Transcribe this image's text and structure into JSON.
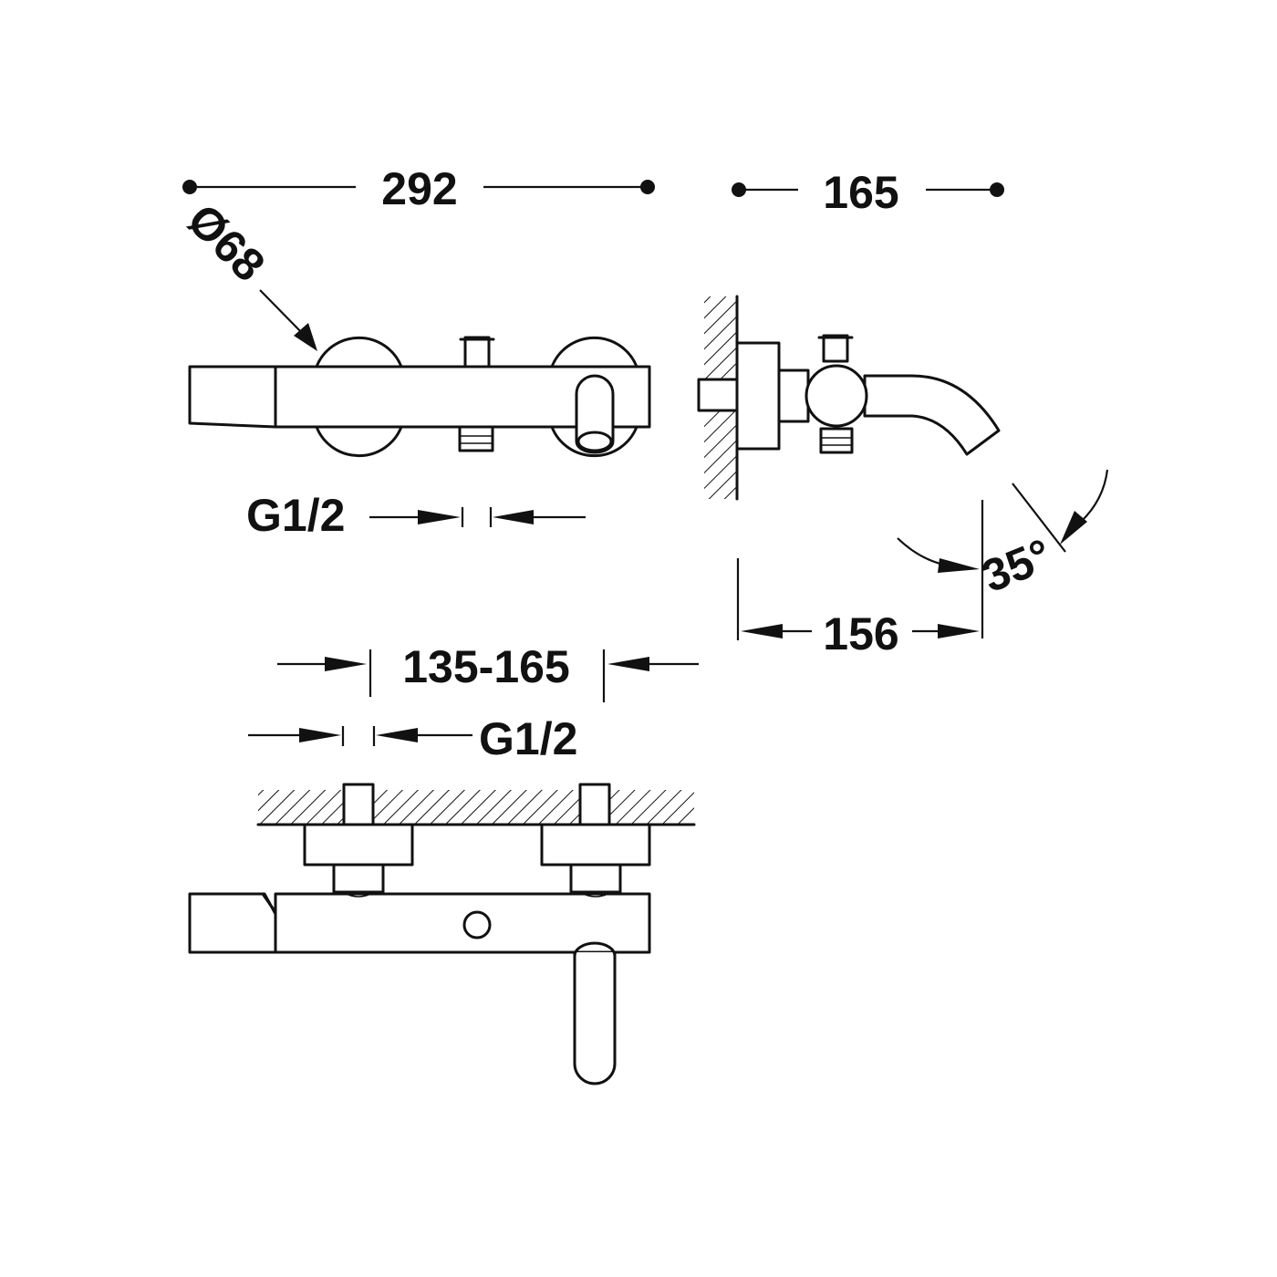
{
  "dimensions": {
    "overall_width": "292",
    "depth": "165",
    "rosette_diameter": "Ø68",
    "side_outlet_thread": "G1/2",
    "spout_projection": "156",
    "spout_angle": "35°",
    "connection_centres": "135-165",
    "inlet_thread": "G1/2"
  },
  "colors": {
    "line": "#111111",
    "background": "#ffffff"
  }
}
